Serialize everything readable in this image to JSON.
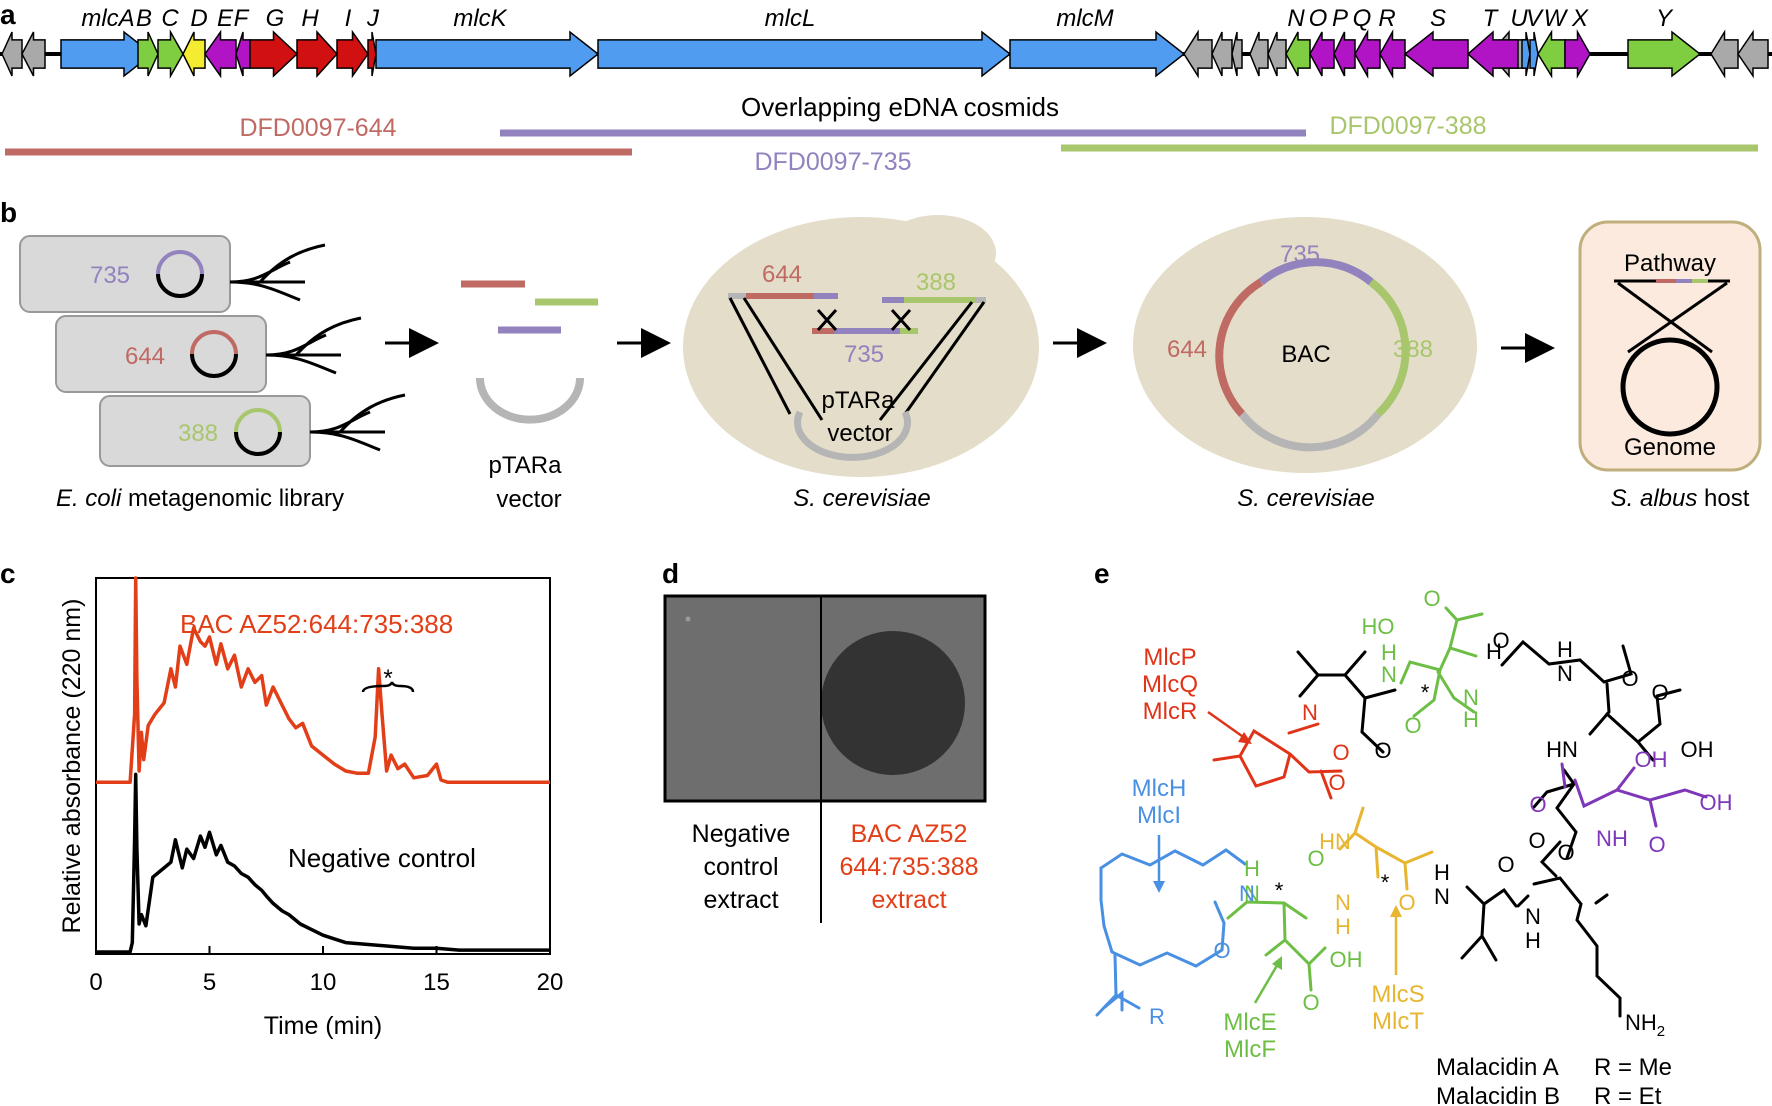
{
  "panel_labels": {
    "a": "a",
    "b": "b",
    "c": "c",
    "d": "d",
    "e": "e"
  },
  "colors": {
    "blue": "#4F9CF0",
    "green": "#7FCE41",
    "yellow": "#F4EC30",
    "magenta": "#B014C5",
    "red": "#D01011",
    "gray": "#A9A9A9",
    "line_644": "#C06A64",
    "line_735": "#9282BD",
    "line_388": "#A8C66C",
    "yeast": "#E4DDC9",
    "host_fill": "#FBEADD",
    "host_border": "#C0AE7C",
    "trace_bac": "#E23E17",
    "chem_red": "#E03318",
    "chem_green": "#6DBE45",
    "chem_yellow": "#E8B530",
    "chem_purple": "#7E37B8",
    "chem_blue": "#4A90E2"
  },
  "panel_a": {
    "genes": [
      {
        "label": "mlcA",
        "color": "blue"
      },
      {
        "label": "B",
        "color": "green"
      },
      {
        "label": "C",
        "color": "green"
      },
      {
        "label": "D",
        "color": "yellow"
      },
      {
        "label": "E",
        "color": "magenta"
      },
      {
        "label": "F",
        "color": "magenta"
      },
      {
        "label": "G",
        "color": "red"
      },
      {
        "label": "H",
        "color": "red"
      },
      {
        "label": "I",
        "color": "red"
      },
      {
        "label": "J",
        "color": "red"
      },
      {
        "label": "mlcK",
        "color": "blue"
      },
      {
        "label": "mlcL",
        "color": "blue"
      },
      {
        "label": "mlcM",
        "color": "blue"
      },
      {
        "label": "N",
        "color": "green"
      },
      {
        "label": "O",
        "color": "magenta"
      },
      {
        "label": "P",
        "color": "magenta"
      },
      {
        "label": "Q",
        "color": "magenta"
      },
      {
        "label": "R",
        "color": "magenta"
      },
      {
        "label": "S",
        "color": "magenta"
      },
      {
        "label": "T",
        "color": "magenta"
      },
      {
        "label": "U",
        "color": "blue"
      },
      {
        "label": "V",
        "color": "blue"
      },
      {
        "label": "W",
        "color": "green"
      },
      {
        "label": "X",
        "color": "magenta"
      },
      {
        "label": "Y",
        "color": "green"
      }
    ],
    "cosmids_title": "Overlapping eDNA cosmids",
    "cosmids": [
      "DFD0097-644",
      "DFD0097-735",
      "DFD0097-388"
    ]
  },
  "panel_b": {
    "clones": [
      "735",
      "644",
      "388"
    ],
    "library_caption_italic": "E. coli",
    "library_caption_rest": " metagenomic library",
    "vector_line1": "pTARa",
    "vector_line2": "vector",
    "yeast1_labels": {
      "c644": "644",
      "c388": "388",
      "c735": "735",
      "vec1": "pTARa",
      "vec2": "vector"
    },
    "yeast_caption": "S. cerevisiae",
    "bac_labels": {
      "c735": "735",
      "c644": "644",
      "c388": "388",
      "center": "BAC"
    },
    "host_pathway": "Pathway",
    "host_genome": "Genome",
    "host_caption_italic": "S. albus",
    "host_caption_rest": " host"
  },
  "panel_c": {
    "chart_data": {
      "type": "line",
      "xlabel": "Time (min)",
      "ylabel": "Relative absorbance (220 nm)",
      "xlim": [
        0,
        20
      ],
      "xticks": [
        0,
        5,
        10,
        15,
        20
      ],
      "series": [
        {
          "name": "BAC AZ52:644:735:388",
          "color": "#E23E17",
          "x": [
            0,
            1.5,
            1.7,
            1.75,
            1.8,
            1.9,
            2.0,
            2.1,
            2.3,
            2.6,
            3.0,
            3.3,
            3.5,
            3.7,
            4.0,
            4.3,
            4.6,
            4.8,
            5.0,
            5.3,
            5.5,
            5.8,
            6.1,
            6.4,
            6.7,
            7.0,
            7.3,
            7.5,
            7.8,
            8.2,
            8.5,
            8.8,
            9.1,
            9.5,
            10.0,
            10.5,
            11.0,
            11.5,
            12.0,
            12.3,
            12.45,
            12.6,
            12.8,
            13.0,
            13.3,
            13.6,
            14.0,
            14.6,
            15.0,
            15.2,
            15.5,
            16,
            17,
            18,
            19,
            20
          ],
          "y": [
            0.1,
            0.1,
            0.4,
            1.0,
            0.55,
            0.15,
            0.32,
            0.2,
            0.35,
            0.4,
            0.45,
            0.6,
            0.52,
            0.7,
            0.62,
            0.78,
            0.72,
            0.7,
            0.74,
            0.62,
            0.71,
            0.6,
            0.66,
            0.52,
            0.6,
            0.54,
            0.57,
            0.44,
            0.52,
            0.44,
            0.38,
            0.34,
            0.36,
            0.26,
            0.22,
            0.18,
            0.15,
            0.14,
            0.14,
            0.3,
            0.6,
            0.4,
            0.15,
            0.22,
            0.16,
            0.18,
            0.12,
            0.13,
            0.18,
            0.11,
            0.1,
            0.1,
            0.1,
            0.1,
            0.1,
            0.1
          ]
        },
        {
          "name": "Negative control",
          "color": "#000000",
          "x": [
            0,
            1.5,
            1.6,
            1.7,
            1.75,
            1.8,
            1.9,
            2.0,
            2.2,
            2.5,
            3.0,
            3.3,
            3.5,
            3.8,
            4.0,
            4.3,
            4.6,
            4.8,
            5.0,
            5.3,
            5.5,
            5.8,
            6.1,
            6.4,
            6.7,
            7.0,
            7.3,
            7.5,
            7.8,
            8.2,
            8.5,
            9.0,
            9.5,
            10,
            10.5,
            11,
            12,
            13,
            14,
            15,
            16,
            18,
            20
          ],
          "y": [
            0.0,
            0.0,
            0.05,
            0.6,
            0.95,
            0.55,
            0.15,
            0.2,
            0.14,
            0.4,
            0.45,
            0.48,
            0.6,
            0.45,
            0.55,
            0.5,
            0.62,
            0.56,
            0.64,
            0.52,
            0.57,
            0.48,
            0.46,
            0.42,
            0.4,
            0.36,
            0.33,
            0.3,
            0.26,
            0.22,
            0.2,
            0.15,
            0.12,
            0.09,
            0.07,
            0.05,
            0.04,
            0.03,
            0.02,
            0.02,
            0.01,
            0.01,
            0.01
          ]
        }
      ],
      "annotation": "*"
    }
  },
  "panel_d": {
    "left_line1": "Negative",
    "left_line2": "control",
    "left_line3": "extract",
    "right_line1": "BAC AZ52",
    "right_line2": "644:735:388",
    "right_line3": "extract"
  },
  "panel_e": {
    "enzymes_red": [
      "MlcP",
      "MlcQ",
      "MlcR"
    ],
    "enzymes_blue": [
      "MlcH",
      "MlcI"
    ],
    "enzymes_green": [
      "MlcE",
      "MlcF"
    ],
    "enzymes_yellow": [
      "MlcS",
      "MlcT"
    ],
    "atoms": {
      "HO": "HO",
      "O": "O",
      "N": "N",
      "H": "H",
      "OH": "OH",
      "HN": "HN",
      "R": "R",
      "NH2": "NH",
      "sub2": "2",
      "star": "*"
    },
    "footnote_a_name": "Malacidin A",
    "footnote_a_r": "R = Me",
    "footnote_b_name": "Malacidin B",
    "footnote_b_r": "R = Et"
  }
}
